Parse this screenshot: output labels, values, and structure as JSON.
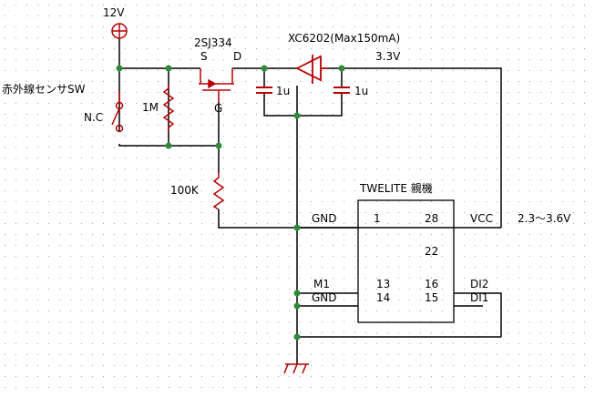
{
  "labels": {
    "supply_12v": "12V",
    "pir_switch": "赤外線センサSW",
    "nc": "N.C",
    "r_1m": "1M",
    "r_100k": "100K",
    "fet_part": "2SJ334",
    "fet_s": "S",
    "fet_d": "D",
    "fet_g": "G",
    "regulator": "XC6202(Max150mA)",
    "out_3v3": "3.3V",
    "cap_in": "1u",
    "cap_out": "1u",
    "module_title": "TWELITE 親機",
    "pin_gnd_left": "GND",
    "pin_1": "1",
    "pin_28": "28",
    "pin_vcc": "VCC",
    "vcc_range": "2.3～3.6V",
    "pin_22": "22",
    "pin_m1": "M1",
    "pin_13": "13",
    "pin_16": "16",
    "pin_di2": "DI2",
    "pin_gnd_14": "GND",
    "pin_14": "14",
    "pin_15": "15",
    "pin_di1": "DI1"
  },
  "colors": {
    "grid_dot": "#9aa4b0",
    "component": "#b80000",
    "junction": "#2e8b3a",
    "wire": "#000000"
  }
}
